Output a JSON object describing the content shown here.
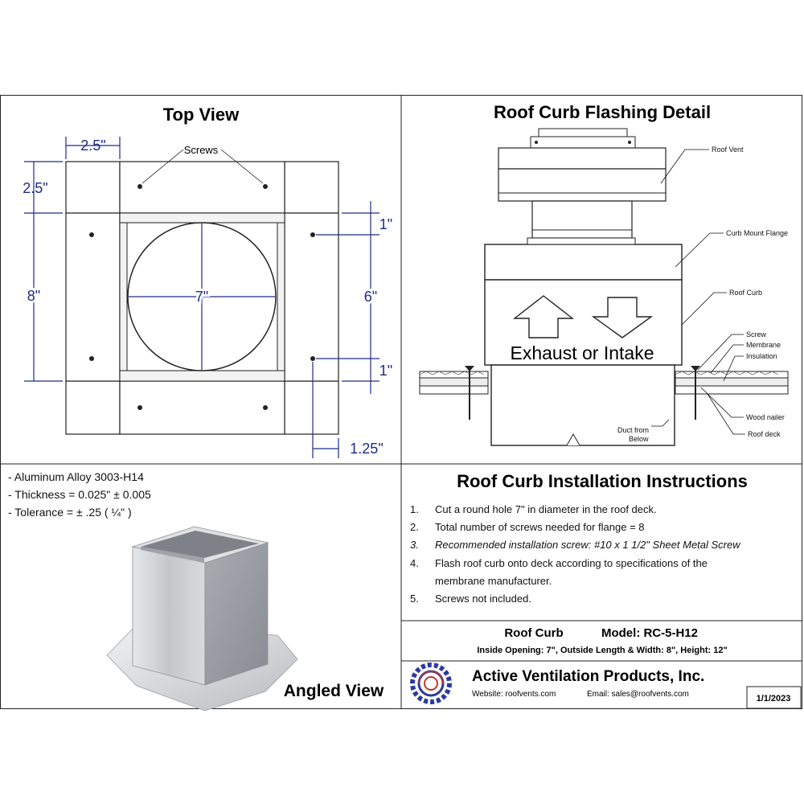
{
  "top_view": {
    "title": "Top View",
    "screws_label": "Screws",
    "dim_2_5_top": "2.5\"",
    "dim_2_5_left": "2.5\"",
    "dim_8": "8\"",
    "dim_7": "7\"",
    "dim_1_top": "1\"",
    "dim_6": "6\"",
    "dim_1_bottom": "1\"",
    "dim_1_25": "1.25\""
  },
  "flashing": {
    "title": "Roof Curb Flashing Detail",
    "roof_vent": "Roof Vent",
    "curb_mount_flange": "Curb Mount Flange",
    "roof_curb": "Roof Curb",
    "screw": "Screw",
    "membrane": "Membrane",
    "insulation": "Insulation",
    "wood_nailer": "Wood nailer",
    "roof_deck": "Roof deck",
    "duct_line1": "Duct from",
    "duct_line2": "Below",
    "center_text": "Exhaust or Intake"
  },
  "specs": {
    "line1": "- Aluminum Alloy 3003-H14",
    "line2": "- Thickness = 0.025\" ± 0.005",
    "line3": "- Tolerance =  ± .25 ( ¼\" )",
    "angled_view": "Angled View"
  },
  "instructions": {
    "title": "Roof Curb Installation Instructions",
    "items": [
      {
        "num": "1.",
        "text": "Cut a round hole 7\" in diameter in the roof deck."
      },
      {
        "num": "2.",
        "text": "Total number of screws needed for flange = 8"
      },
      {
        "num": "3.",
        "text": "Recommended installation screw: #10 x 1 1/2\" Sheet Metal Screw"
      },
      {
        "num": "4.",
        "text": "Flash roof curb onto deck according to specifications of the"
      },
      {
        "num": "",
        "text": "membrane manufacturer."
      },
      {
        "num": "5.",
        "text": "Screws not included."
      }
    ]
  },
  "model": {
    "name": "Roof Curb",
    "model": "Model: RC-5-H12",
    "dims": "Inside Opening: 7\",  Outside Length & Width: 8\",  Height: 12\""
  },
  "company": {
    "name": "Active Ventilation Products, Inc.",
    "website": "Website:  roofvents.com",
    "email": "Email:  sales@roofvents.com",
    "date": "1/1/2023"
  },
  "colors": {
    "dimension": "#1f2a8a",
    "logo": "#2c3a9e",
    "logo_accent": "#c0392b"
  }
}
